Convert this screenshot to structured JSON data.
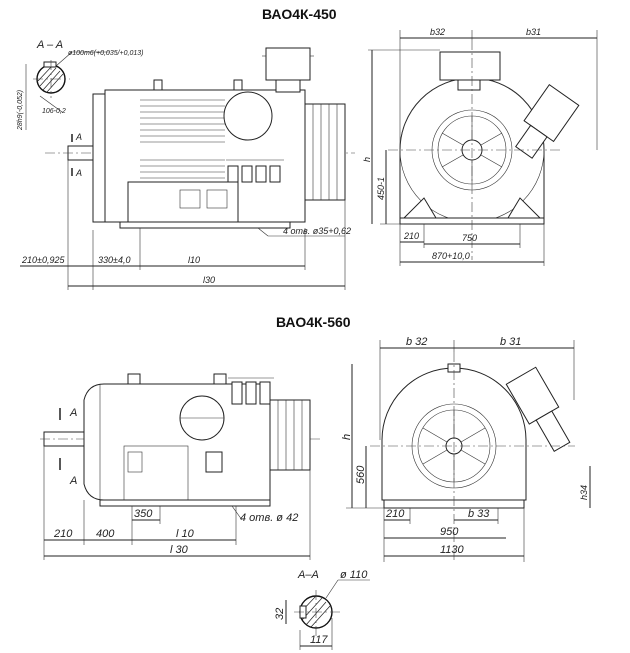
{
  "top": {
    "title": "ВАО4К-450",
    "section_label": "A – A",
    "shaft_dia": "ø100m6(+0,035/+0,013)",
    "key_h": "28h9(-0,052)",
    "key_depth": "106-0,2",
    "section_a1": "A",
    "section_a2": "A",
    "b32": "b32",
    "b31": "b31",
    "h": "h",
    "h450": "450-1",
    "d210": "210",
    "d750": "750",
    "d870": "870+10,0",
    "d210_shaft": "210±0,925",
    "d330": "330±4,0",
    "l10": "l10",
    "l30": "l30",
    "holes": "4 отв. ø35+0,62"
  },
  "bottom": {
    "title": "ВАО4К-560",
    "b32": "b 32",
    "b31": "b 31",
    "h": "h",
    "h560": "560",
    "h34": "h34",
    "b33": "b 33",
    "d210_front": "210",
    "d950": "950",
    "d1130": "1130",
    "section_a1": "A",
    "section_a2": "A",
    "d350": "350",
    "holes": "4 отв. ø 42",
    "d210": "210",
    "d400": "400",
    "l10": "l 10",
    "l30": "l 30",
    "section_label": "A–A",
    "shaft_dia": "ø 110",
    "key_w": "32",
    "key_depth": "117"
  }
}
